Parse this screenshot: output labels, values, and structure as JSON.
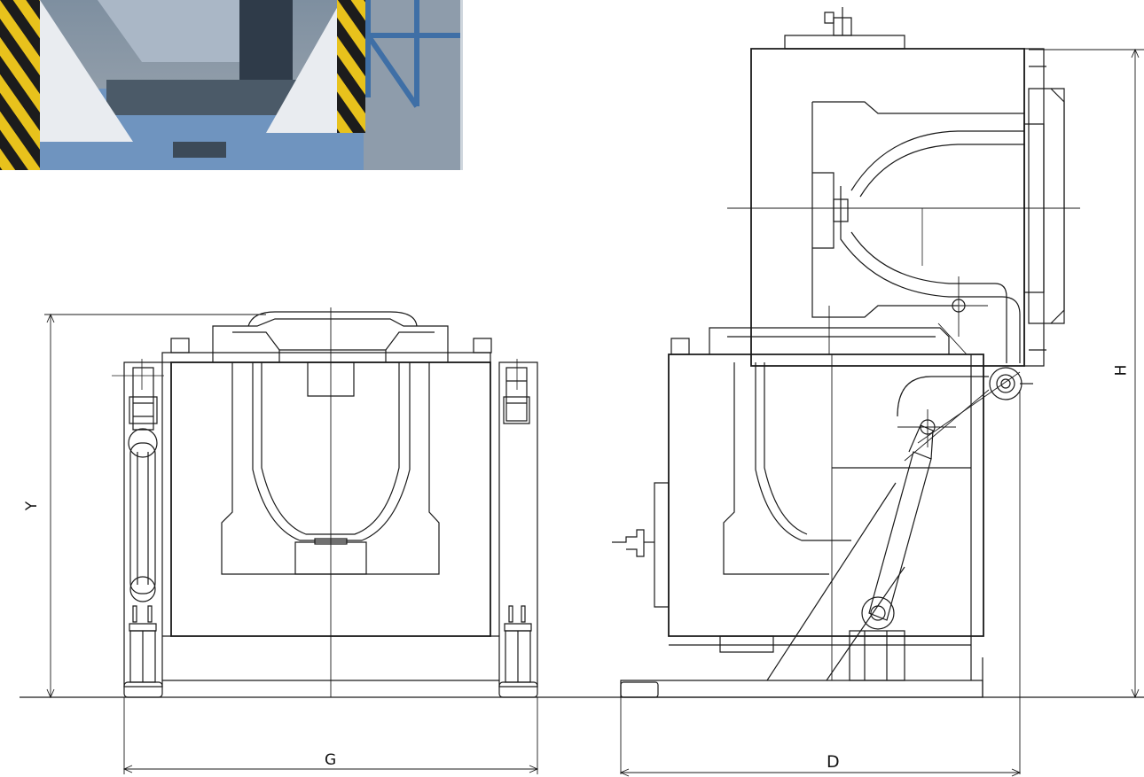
{
  "dimensions": {
    "g": "G",
    "d": "D",
    "y": "Y",
    "h": "H"
  },
  "photo": {
    "icon": "furnace-photo"
  },
  "colors": {
    "line": "#1a1a1a",
    "photo_blue": "#6d8fb5",
    "photo_steel": "#9fb4cc",
    "hazard_yellow": "#e8c21c",
    "hazard_black": "#1c1c1c",
    "plate": "#e9ecf0"
  }
}
